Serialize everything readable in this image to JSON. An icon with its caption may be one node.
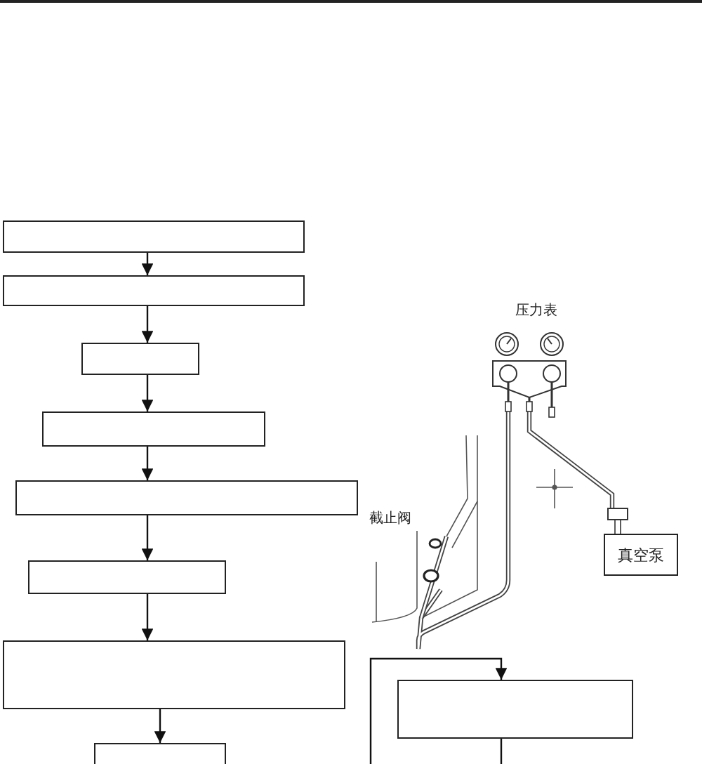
{
  "diagram": {
    "nodes": [
      {
        "text": [],
        "shape": "box"
      },
      {
        "text": [],
        "shape": "box"
      },
      {
        "text": [],
        "shape": "box"
      },
      {
        "text": [],
        "shape": "box"
      },
      {
        "text": [],
        "shape": "box"
      },
      {
        "text": [],
        "shape": "box"
      },
      {
        "text": [],
        "shape": "box"
      },
      {
        "text": [],
        "shape": "box"
      },
      {
        "text": [],
        "shape": "box"
      },
      {
        "text": [
          "真空泵"
        ]
      }
    ],
    "edges": [
      {
        "from": 0,
        "to": 1,
        "arrow": "to"
      },
      {
        "from": 1,
        "to": 2,
        "arrow": "to"
      },
      {
        "from": 2,
        "to": 3,
        "arrow": "to"
      },
      {
        "from": 3,
        "to": 4,
        "arrow": "to"
      },
      {
        "from": 4,
        "to": 5,
        "arrow": "to"
      },
      {
        "from": 5,
        "to": 6,
        "arrow": "to"
      },
      {
        "from": 6,
        "to": 7,
        "arrow": "to"
      },
      {
        "from": null,
        "to": 8,
        "arrow": "to"
      },
      {
        "from": 8,
        "to": null,
        "arrow": "none"
      }
    ],
    "labels": [
      "压力表",
      "截止阀"
    ]
  }
}
